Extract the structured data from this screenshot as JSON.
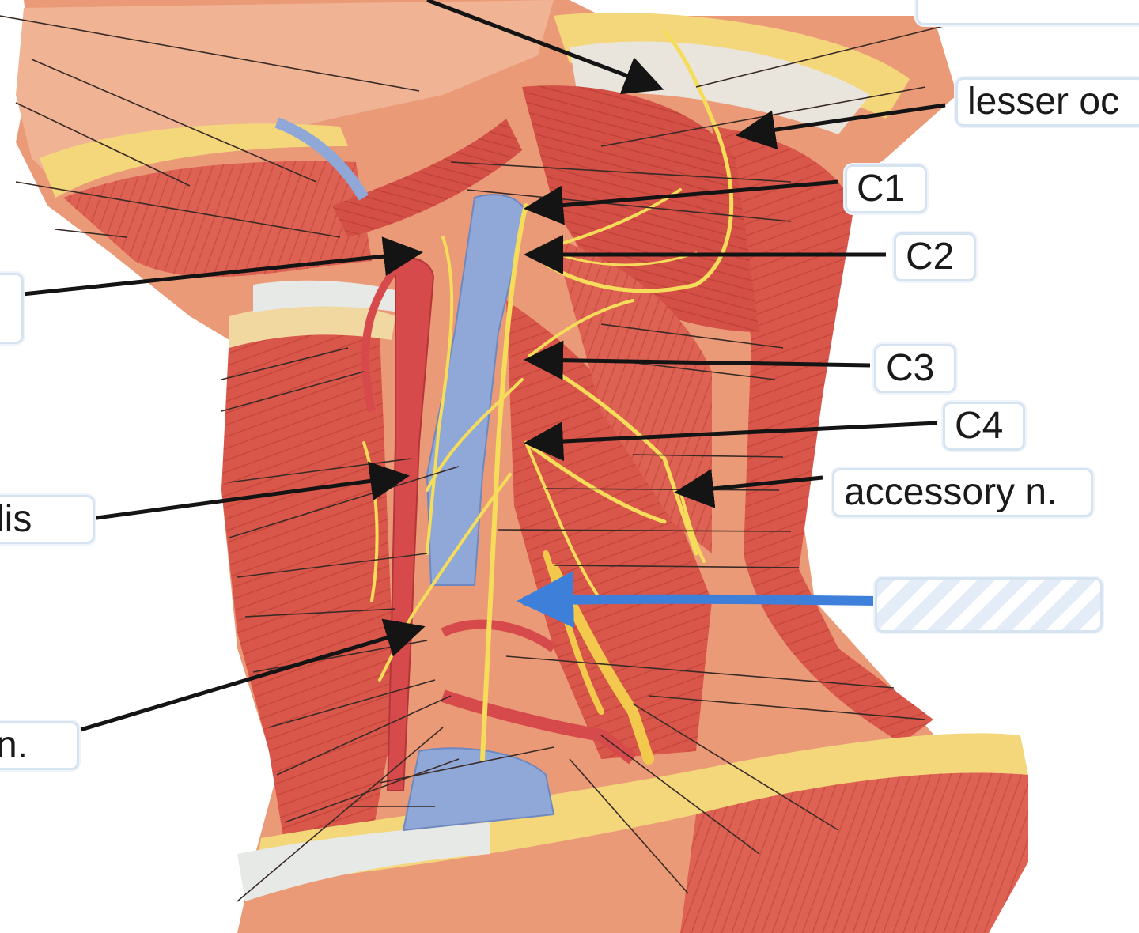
{
  "colors": {
    "muscle": "#d9574a",
    "muscle_dark": "#b8382f",
    "skin": "#f0a884",
    "fat": "#f3d77a",
    "vein": "#8fa8d8",
    "artery": "#d64a4c",
    "nerve": "#f5dc5a",
    "bone": "#e6e9e6",
    "leader_line": "#141414",
    "highlight_arrow": "#3d7fd9",
    "label_border": "#d6e4f2"
  },
  "icons": {
    "pointer": "black-arrow-icon",
    "highlight": "blue-arrow-icon"
  },
  "labels": [
    {
      "id": "lesser-occipital",
      "text": "lesser oc"
    },
    {
      "id": "c1",
      "text": "C1"
    },
    {
      "id": "c2",
      "text": "C2"
    },
    {
      "id": "c3",
      "text": "C3"
    },
    {
      "id": "c4",
      "text": "C4"
    },
    {
      "id": "accessory",
      "text": "accessory n."
    },
    {
      "id": "left-lis",
      "text": "lis"
    },
    {
      "id": "left-n",
      "text": "n."
    }
  ]
}
